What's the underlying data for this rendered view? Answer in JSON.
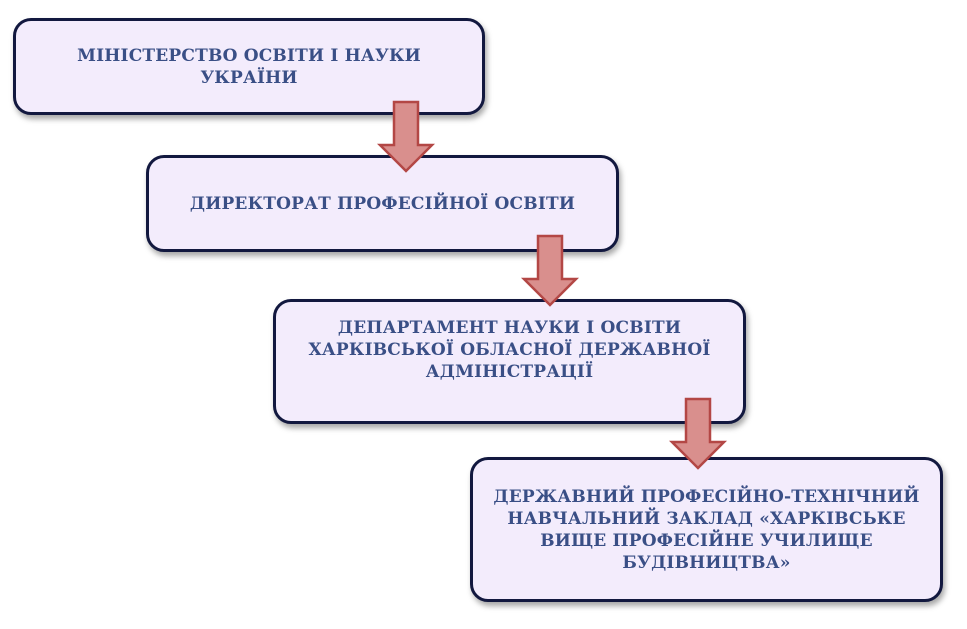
{
  "diagram": {
    "nodes": [
      {
        "id": "ministry",
        "label": "МІНІСТЕРСТВО  ОСВІТИ  І  НАУКИ\nУКРАЇНИ"
      },
      {
        "id": "directorate",
        "label": "ДИРЕКТОРАТ  ПРОФЕСІЙНОЇ  ОСВІТИ"
      },
      {
        "id": "department",
        "label": "ДЕПАРТАМЕНТ  НАУКИ І ОСВІТИ\nХАРКІВСЬКОЇ ОБЛАСНОЇ ДЕРЖАВНОЇ\nАДМІНІСТРАЦІЇ"
      },
      {
        "id": "school",
        "label": "ДЕРЖАВНИЙ ПРОФЕСІЙНО-ТЕХНІЧНИЙ\nНАВЧАЛЬНИЙ ЗАКЛАД «ХАРКІВСЬКЕ\nВИЩЕ ПРОФЕСІЙНЕ УЧИЛИЩЕ\nБУДІВНИЦТВА»"
      }
    ],
    "edges": [
      {
        "from": "ministry",
        "to": "directorate"
      },
      {
        "from": "directorate",
        "to": "department"
      },
      {
        "from": "department",
        "to": "school"
      }
    ],
    "colors": {
      "box_fill": "#f3ecfc",
      "box_border": "#12183f",
      "text": "#3a4f86",
      "arrow_fill": "#d98f8d",
      "arrow_stroke": "#b34745"
    }
  }
}
